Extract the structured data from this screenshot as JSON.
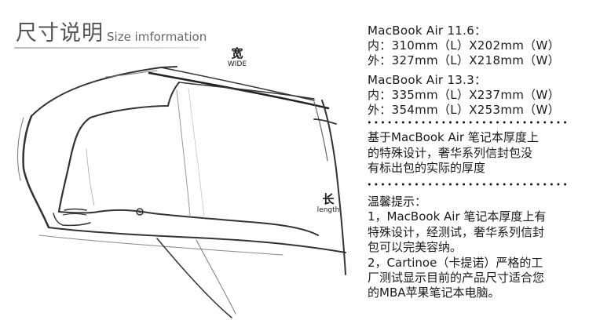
{
  "header": {
    "title_cn": "尺寸说明",
    "title_en": "Size imformation"
  },
  "sketch": {
    "wide_cn": "宽",
    "wide_en": "WIDE",
    "length_cn": "长",
    "length_en": "length"
  },
  "specs": {
    "air11": {
      "heading": "MacBook Air 11.6：",
      "inner": "内：310mm（L）X202mm（W）",
      "outer": "外：327mm（L）X218mm（W）"
    },
    "air13": {
      "heading": "MacBook Air 13.3：",
      "inner": "内：335mm（L）X237mm（W）",
      "outer": "外：354mm（L）X253mm（W）"
    }
  },
  "description": {
    "lines": [
      "基于MacBook Air 笔记本厚度上",
      "的特殊设计，奢华系列信封包没",
      "有标出包的实际的厚度"
    ]
  },
  "tips": {
    "heading": "温馨提示：",
    "lines": [
      "1，MacBook Air 笔记本厚度上有",
      "特殊设计，经测试，奢华系列信封",
      "包可以完美容纳。",
      "2，Cartinoe（卡提诺）严格的工",
      "厂测试显示目前的产品尺寸适合您",
      "的MBA苹果笔记本电脑。"
    ]
  }
}
